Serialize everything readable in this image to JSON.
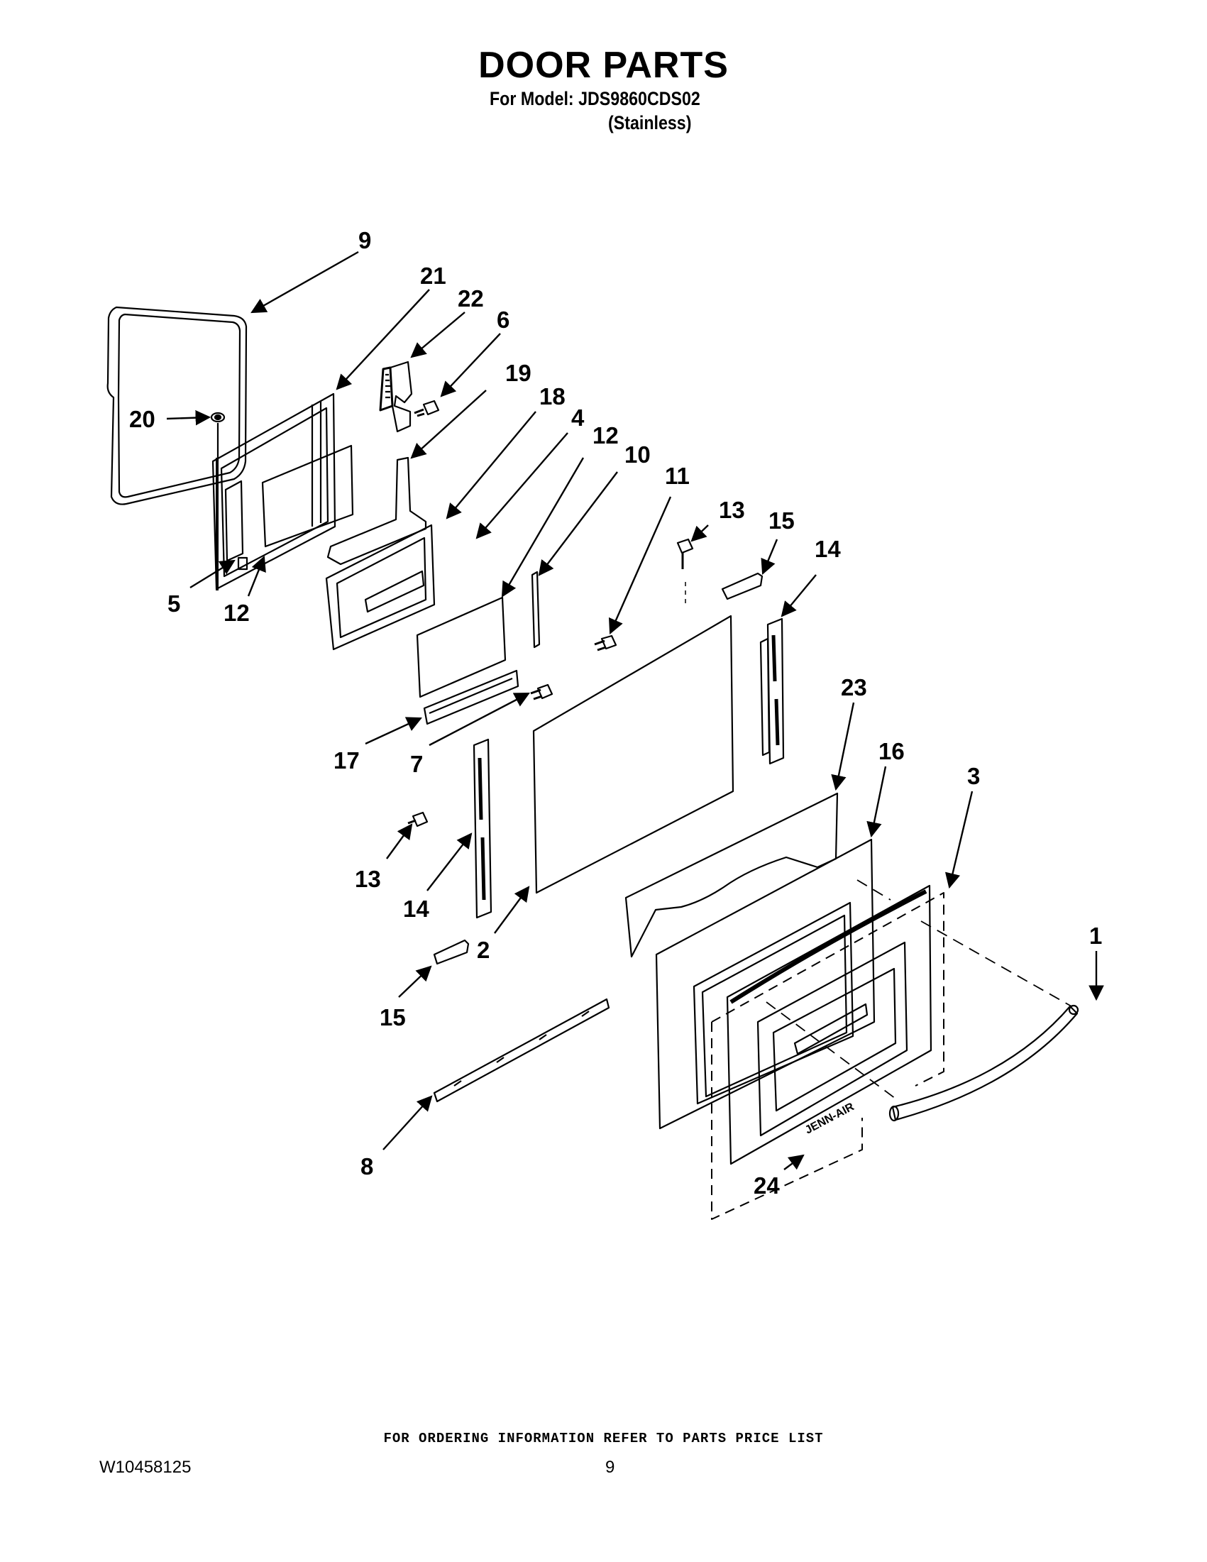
{
  "header": {
    "title": "DOOR PARTS",
    "model_line": "For Model: JDS9860CDS02",
    "variant": "(Stainless)"
  },
  "diagram": {
    "callouts": [
      {
        "id": "c9",
        "label": "9"
      },
      {
        "id": "c21",
        "label": "21"
      },
      {
        "id": "c22",
        "label": "22"
      },
      {
        "id": "c6",
        "label": "6"
      },
      {
        "id": "c19",
        "label": "19"
      },
      {
        "id": "c18",
        "label": "18"
      },
      {
        "id": "c4",
        "label": "4"
      },
      {
        "id": "c12a",
        "label": "12"
      },
      {
        "id": "c10",
        "label": "10"
      },
      {
        "id": "c11",
        "label": "11"
      },
      {
        "id": "c13a",
        "label": "13"
      },
      {
        "id": "c15a",
        "label": "15"
      },
      {
        "id": "c14a",
        "label": "14"
      },
      {
        "id": "c20",
        "label": "20"
      },
      {
        "id": "c5",
        "label": "5"
      },
      {
        "id": "c12b",
        "label": "12"
      },
      {
        "id": "c23",
        "label": "23"
      },
      {
        "id": "c16",
        "label": "16"
      },
      {
        "id": "c3",
        "label": "3"
      },
      {
        "id": "c17",
        "label": "17"
      },
      {
        "id": "c7",
        "label": "7"
      },
      {
        "id": "c13b",
        "label": "13"
      },
      {
        "id": "c14b",
        "label": "14"
      },
      {
        "id": "c2",
        "label": "2"
      },
      {
        "id": "c1",
        "label": "1"
      },
      {
        "id": "c15b",
        "label": "15"
      },
      {
        "id": "c8",
        "label": "8"
      },
      {
        "id": "c24",
        "label": "24"
      }
    ]
  },
  "footer": {
    "ordering_note": "FOR ORDERING INFORMATION REFER TO PARTS PRICE LIST",
    "doc_number": "W10458125",
    "page_number": "9"
  }
}
